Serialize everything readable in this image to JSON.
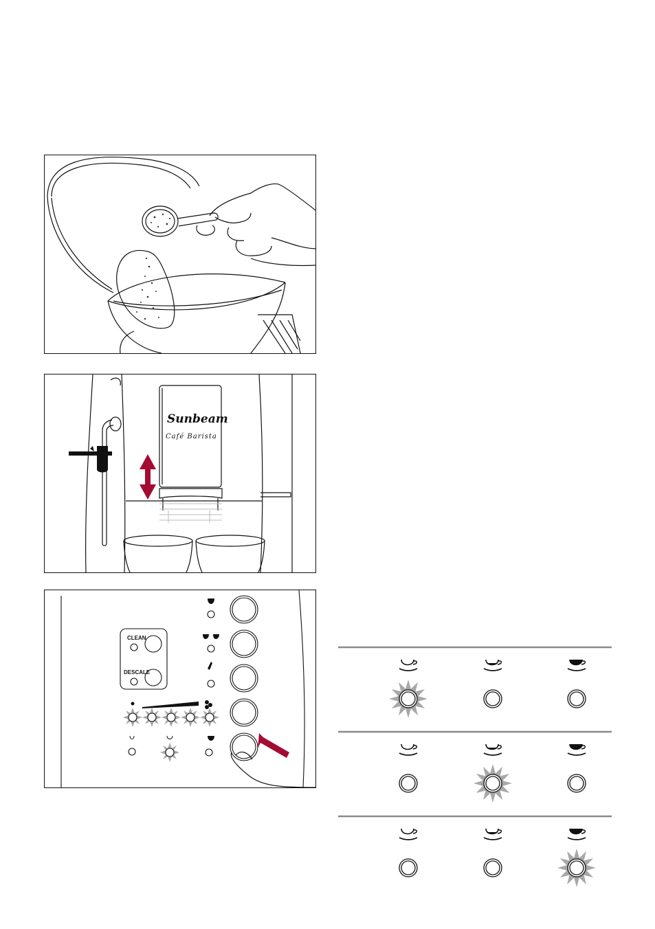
{
  "figure2": {
    "brand_name": "Sunbeam",
    "model_name": "Café Barista"
  },
  "figure3": {
    "clean_label": "CLEAN",
    "descale_label": "DESCALE"
  },
  "strength_table": {
    "rows": [
      {
        "active": 0
      },
      {
        "active": 1
      },
      {
        "active": 2
      }
    ],
    "cup_icons": [
      "cup-light-icon",
      "cup-medium-icon",
      "cup-strong-icon"
    ]
  },
  "colors": {
    "arrow": "#a50a32",
    "glow": "#a8a8a8",
    "line": "#111111"
  }
}
